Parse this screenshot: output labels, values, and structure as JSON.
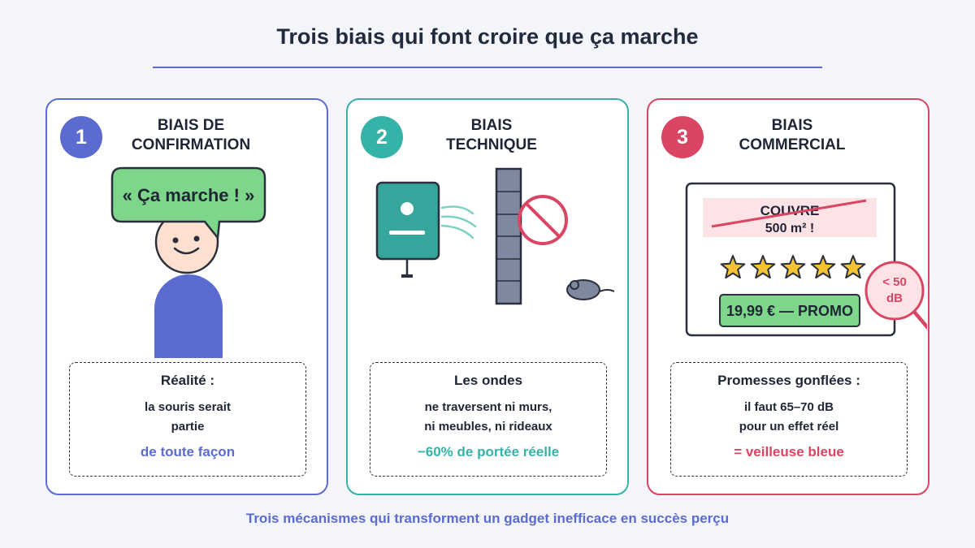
{
  "title": "Trois biais qui font croire que ça marche",
  "footer": "Trois mécanismes qui transforment un gadget inefficace en succès perçu",
  "cards": [
    {
      "number": "1",
      "title_line1": "BIAIS DE",
      "title_line2": "CONFIRMATION",
      "speech_bubble": "« Ça marche ! »",
      "info_head": "Réalité :",
      "info_line1": "la souris serait",
      "info_line2": "partie",
      "info_emph": "de toute façon",
      "accent": "#5b6bd0"
    },
    {
      "number": "2",
      "title_line1": "BIAIS",
      "title_line2": "TECHNIQUE",
      "info_head": "Les ondes",
      "info_line1": "ne traversent ni murs,",
      "info_line2": "ni meubles, ni rideaux",
      "info_emph": "−60% de portée réelle",
      "accent": "#36b3a8"
    },
    {
      "number": "3",
      "title_line1": "BIAIS",
      "title_line2": "COMMERCIAL",
      "claim_line1": "COUVRE",
      "claim_line2": "500 m² !",
      "stars": 5,
      "price_tag": "19,99 € — PROMO",
      "magnifier_line1": "< 50",
      "magnifier_line2": "dB",
      "info_head": "Promesses gonflées :",
      "info_line1": "il faut 65–70 dB",
      "info_line2": "pour un effet réel",
      "info_emph": "= veilleuse bleue",
      "accent": "#d94563"
    }
  ]
}
